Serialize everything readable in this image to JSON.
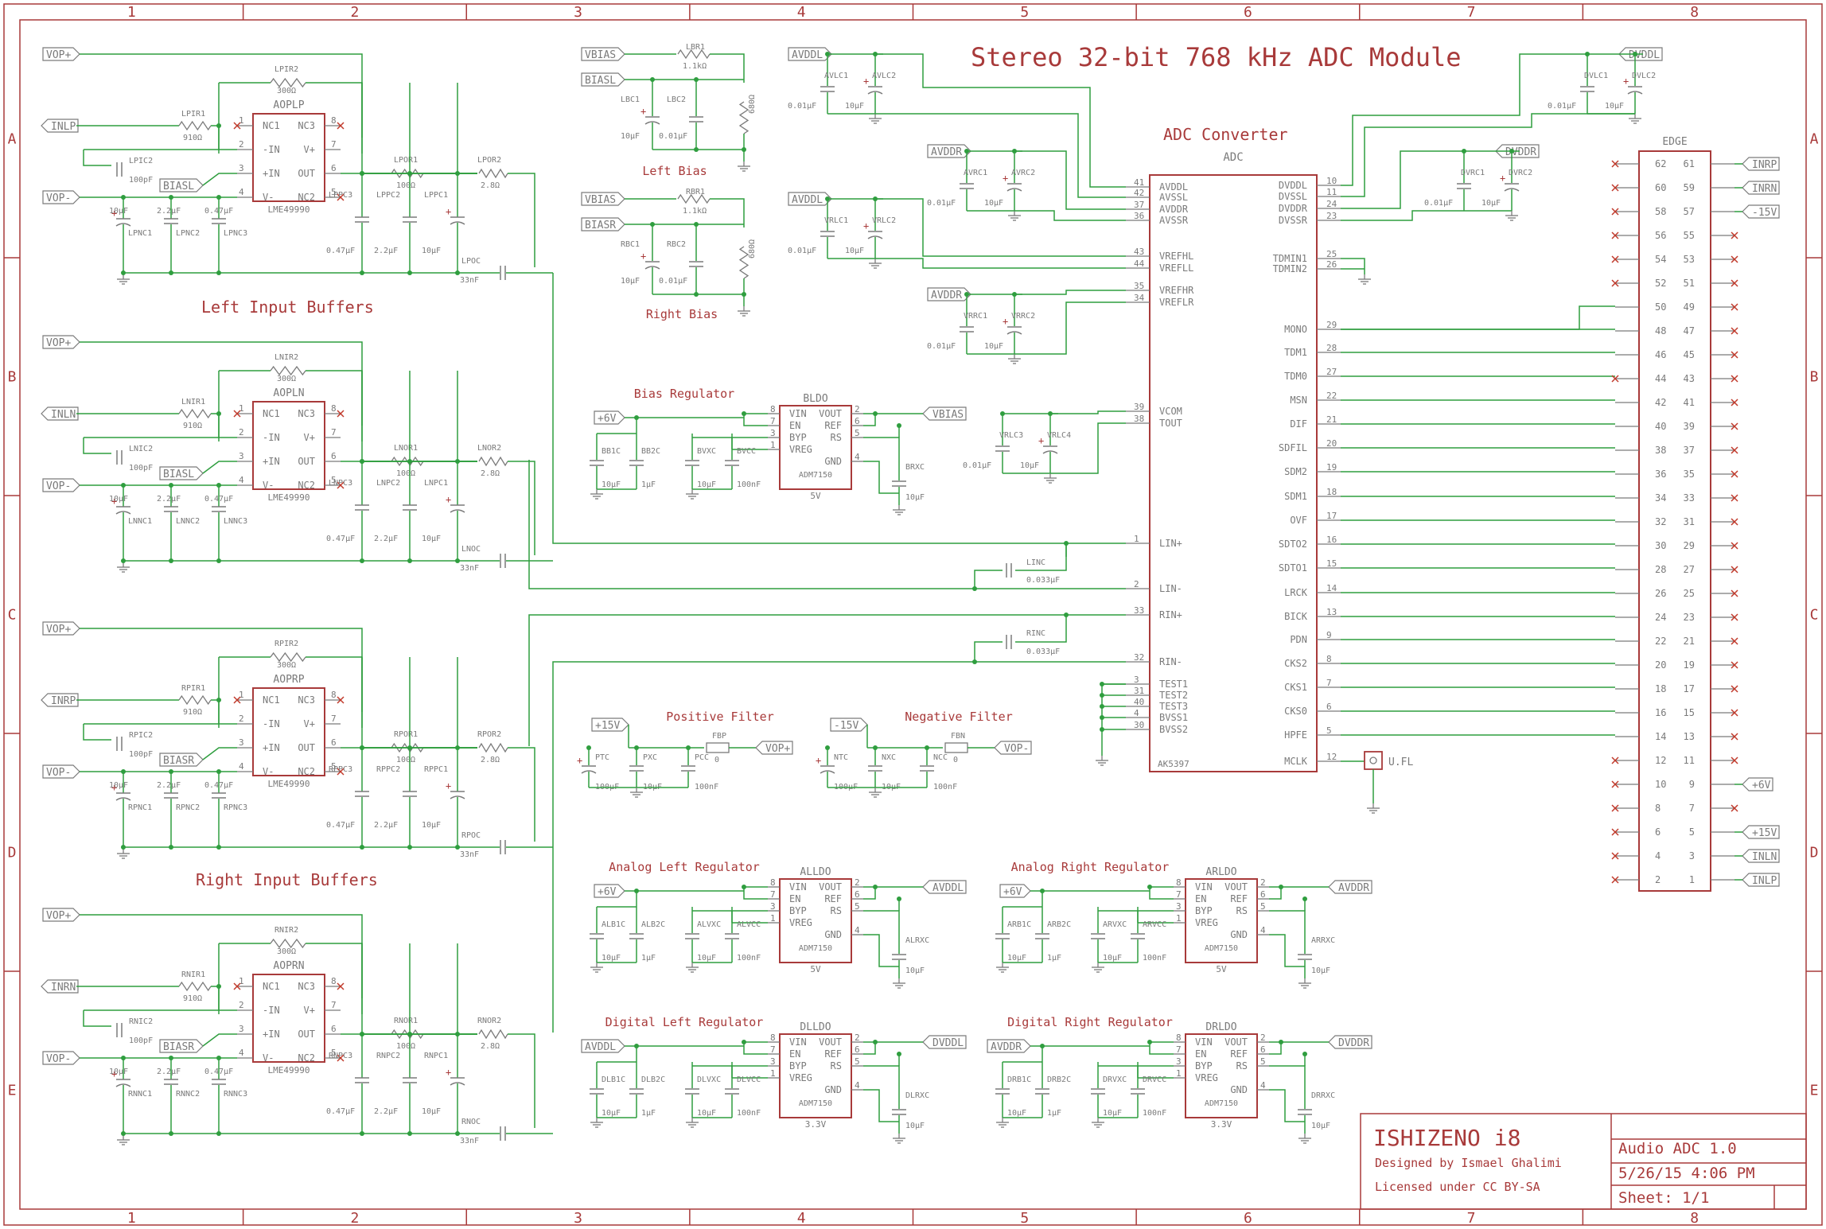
{
  "colors": {
    "frame": "#a83a3a",
    "wire": "#2f9e3f",
    "junction": "#2f9e3f",
    "text_red": "#a83a3a",
    "text_gray": "#7a7a7a",
    "nc_mark": "#c0392b",
    "background": "#ffffff"
  },
  "frame": {
    "columns": [
      "1",
      "2",
      "3",
      "4",
      "5",
      "6",
      "7",
      "8"
    ],
    "rows": [
      "A",
      "B",
      "C",
      "D",
      "E"
    ]
  },
  "title": "Stereo 32-bit 768 kHz ADC Module",
  "section_titles": {
    "left_input_buffers": "Left Input Buffers",
    "right_input_buffers": "Right Input Buffers",
    "left_bias": "Left Bias",
    "right_bias": "Right Bias",
    "adc_converter": "ADC Converter"
  },
  "opamps": [
    {
      "name": "AOPLP",
      "part": "LME49990",
      "input_port": "INLP",
      "bias_port": "BIASL",
      "r_in": "LPIR1",
      "r_in_val": "910Ω",
      "r_fb": "LPIR2",
      "r_fb_val": "300Ω",
      "c_fb": "LPIC2",
      "c_fb_val": "100pF",
      "r_out1": "LPOR1",
      "r_out1_val": "100Ω",
      "r_out2": "LPOR2",
      "r_out2_val": "2.8Ω",
      "c_out": "LPOC",
      "c_out_val": "33nF",
      "caps_neg": [
        {
          "name": "LPNC1",
          "val": "10µF"
        },
        {
          "name": "LPNC2",
          "val": "2.2µF"
        },
        {
          "name": "LPNC3",
          "val": "0.47µF"
        }
      ],
      "caps_pos": [
        {
          "name": "LPPC3",
          "val": "0.47µF"
        },
        {
          "name": "LPPC2",
          "val": "2.2µF"
        },
        {
          "name": "LPPC1",
          "val": "10µF"
        }
      ]
    },
    {
      "name": "AOPLN",
      "part": "LME49990",
      "input_port": "INLN",
      "bias_port": "BIASL",
      "r_in": "LNIR1",
      "r_in_val": "910Ω",
      "r_fb": "LNIR2",
      "r_fb_val": "300Ω",
      "c_fb": "LNIC2",
      "c_fb_val": "100pF",
      "r_out1": "LNOR1",
      "r_out1_val": "100Ω",
      "r_out2": "LNOR2",
      "r_out2_val": "2.8Ω",
      "c_out": "LNOC",
      "c_out_val": "33nF",
      "caps_neg": [
        {
          "name": "LNNC1",
          "val": "10µF"
        },
        {
          "name": "LNNC2",
          "val": "2.2µF"
        },
        {
          "name": "LNNC3",
          "val": "0.47µF"
        }
      ],
      "caps_pos": [
        {
          "name": "LNPC3",
          "val": "0.47µF"
        },
        {
          "name": "LNPC2",
          "val": "2.2µF"
        },
        {
          "name": "LNPC1",
          "val": "10µF"
        }
      ]
    },
    {
      "name": "AOPRP",
      "part": "LME49990",
      "input_port": "INRP",
      "bias_port": "BIASR",
      "r_in": "RPIR1",
      "r_in_val": "910Ω",
      "r_fb": "RPIR2",
      "r_fb_val": "300Ω",
      "c_fb": "RPIC2",
      "c_fb_val": "100pF",
      "r_out1": "RPOR1",
      "r_out1_val": "100Ω",
      "r_out2": "RPOR2",
      "r_out2_val": "2.8Ω",
      "c_out": "RPOC",
      "c_out_val": "33nF",
      "caps_neg": [
        {
          "name": "RPNC1",
          "val": "10µF"
        },
        {
          "name": "RPNC2",
          "val": "2.2µF"
        },
        {
          "name": "RPNC3",
          "val": "0.47µF"
        }
      ],
      "caps_pos": [
        {
          "name": "RPPC3",
          "val": "0.47µF"
        },
        {
          "name": "RPPC2",
          "val": "2.2µF"
        },
        {
          "name": "RPPC1",
          "val": "10µF"
        }
      ]
    },
    {
      "name": "AOPRN",
      "part": "LME49990",
      "input_port": "INRN",
      "bias_port": "BIASR",
      "r_in": "RNIR1",
      "r_in_val": "910Ω",
      "r_fb": "RNIR2",
      "r_fb_val": "300Ω",
      "c_fb": "RNIC2",
      "c_fb_val": "100pF",
      "r_out1": "RNOR1",
      "r_out1_val": "100Ω",
      "r_out2": "RNOR2",
      "r_out2_val": "2.8Ω",
      "c_out": "RNOC",
      "c_out_val": "33nF",
      "caps_neg": [
        {
          "name": "RNNC1",
          "val": "10µF"
        },
        {
          "name": "RNNC2",
          "val": "2.2µF"
        },
        {
          "name": "RNNC3",
          "val": "0.47µF"
        }
      ],
      "caps_pos": [
        {
          "name": "RNPC3",
          "val": "0.47µF"
        },
        {
          "name": "RNPC2",
          "val": "2.2µF"
        },
        {
          "name": "RNPC1",
          "val": "10µF"
        }
      ]
    }
  ],
  "opamp_pins": {
    "left_names": [
      "NC1",
      "-IN",
      "+IN",
      "V-"
    ],
    "left_nums": [
      "1",
      "2",
      "3",
      "4"
    ],
    "right_names": [
      "NC3",
      "V+",
      "OUT",
      "NC2"
    ],
    "right_nums": [
      "8",
      "7",
      "6",
      "5"
    ],
    "vop_plus": "VOP+",
    "vop_minus": "VOP-"
  },
  "bias": [
    {
      "in_port": "VBIAS",
      "out_port": "BIASL",
      "r1": "LBR1",
      "r1_val": "1.1kΩ",
      "r2": "LBR2",
      "r2_val": "680Ω",
      "c1": "LBC1",
      "c1_val": "10µF",
      "c2": "LBC2",
      "c2_val": "0.01µF"
    },
    {
      "in_port": "VBIAS",
      "out_port": "BIASR",
      "r1": "RBR1",
      "r1_val": "1.1kΩ",
      "r2": "RBR2",
      "r2_val": "680Ω",
      "c1": "RBC1",
      "c1_val": "10µF",
      "c2": "RBC2",
      "c2_val": "0.01µF"
    }
  ],
  "regulators": [
    {
      "title": "Bias Regulator",
      "name": "BLDO",
      "part": "ADM7150",
      "voltage": "5V",
      "in_port": "+6V",
      "out_port": "VBIAS",
      "caps": [
        {
          "name": "BB1C",
          "val": "10µF"
        },
        {
          "name": "BB2C",
          "val": "1µF"
        },
        {
          "name": "BVXC",
          "val": "10µF"
        },
        {
          "name": "BVCC",
          "val": "100nF"
        }
      ],
      "out_cap": {
        "name": "BRXC",
        "val": "10µF"
      }
    },
    {
      "title": "Analog Left Regulator",
      "name": "ALLDO",
      "part": "ADM7150",
      "voltage": "5V",
      "in_port": "+6V",
      "out_port": "AVDDL",
      "caps": [
        {
          "name": "ALB1C",
          "val": "10µF"
        },
        {
          "name": "ALB2C",
          "val": "1µF"
        },
        {
          "name": "ALVXC",
          "val": "10µF"
        },
        {
          "name": "ALVCC",
          "val": "100nF"
        }
      ],
      "out_cap": {
        "name": "ALRXC",
        "val": "10µF"
      }
    },
    {
      "title": "Analog Right Regulator",
      "name": "ARLDO",
      "part": "ADM7150",
      "voltage": "5V",
      "in_port": "+6V",
      "out_port": "AVDDR",
      "caps": [
        {
          "name": "ARB1C",
          "val": "10µF"
        },
        {
          "name": "ARB2C",
          "val": "1µF"
        },
        {
          "name": "ARVXC",
          "val": "10µF"
        },
        {
          "name": "ARVCC",
          "val": "100nF"
        }
      ],
      "out_cap": {
        "name": "ARRXC",
        "val": "10µF"
      }
    },
    {
      "title": "Digital Left Regulator",
      "name": "DLLDO",
      "part": "ADM7150",
      "voltage": "3.3V",
      "in_port": "AVDDL",
      "out_port": "DVDDL",
      "caps": [
        {
          "name": "DLB1C",
          "val": "10µF"
        },
        {
          "name": "DLB2C",
          "val": "1µF"
        },
        {
          "name": "DLVXC",
          "val": "10µF"
        },
        {
          "name": "DLVCC",
          "val": "100nF"
        }
      ],
      "out_cap": {
        "name": "DLRXC",
        "val": "10µF"
      }
    },
    {
      "title": "Digital Right Regulator",
      "name": "DRLDO",
      "part": "ADM7150",
      "voltage": "3.3V",
      "in_port": "AVDDR",
      "out_port": "DVDDR",
      "caps": [
        {
          "name": "DRB1C",
          "val": "10µF"
        },
        {
          "name": "DRB2C",
          "val": "1µF"
        },
        {
          "name": "DRVXC",
          "val": "10µF"
        },
        {
          "name": "DRVCC",
          "val": "100nF"
        }
      ],
      "out_cap": {
        "name": "DRRXC",
        "val": "10µF"
      }
    }
  ],
  "reg_pins": {
    "left_names": [
      "VIN",
      "EN",
      "BYP",
      "VREG"
    ],
    "right_names": [
      "VOUT",
      "REF",
      "RS",
      "GND"
    ],
    "left_nums": [
      "8",
      "7",
      "3",
      "1"
    ],
    "right_nums": [
      "2",
      "6",
      "5",
      "4"
    ]
  },
  "filters": [
    {
      "title": "Positive Filter",
      "in_port": "+15V",
      "out_port": "VOP+",
      "bead": "FBP",
      "bead_val": "0",
      "caps": [
        {
          "name": "PTC",
          "val": "100µF"
        },
        {
          "name": "PXC",
          "val": "10µF"
        },
        {
          "name": "PCC",
          "val": "100nF"
        }
      ]
    },
    {
      "title": "Negative Filter",
      "in_port": "-15V",
      "out_port": "VOP-",
      "bead": "FBN",
      "bead_val": "0",
      "caps": [
        {
          "name": "NTC",
          "val": "100µF"
        },
        {
          "name": "NXC",
          "val": "10µF"
        },
        {
          "name": "NCC",
          "val": "100nF"
        }
      ]
    }
  ],
  "adc": {
    "name": "ADC",
    "part": "AK5397",
    "left_pins": [
      {
        "num": "41",
        "name": "AVDDL"
      },
      {
        "num": "42",
        "name": "AVSSL"
      },
      {
        "num": "37",
        "name": "AVDDR"
      },
      {
        "num": "36",
        "name": "AVSSR"
      },
      {
        "num": "43",
        "name": "VREFHL"
      },
      {
        "num": "44",
        "name": "VREFLL"
      },
      {
        "num": "35",
        "name": "VREFHR"
      },
      {
        "num": "34",
        "name": "VREFLR"
      },
      {
        "num": "39",
        "name": "VCOM"
      },
      {
        "num": "38",
        "name": "TOUT"
      },
      {
        "num": "1",
        "name": "LIN+"
      },
      {
        "num": "2",
        "name": "LIN-"
      },
      {
        "num": "33",
        "name": "RIN+"
      },
      {
        "num": "32",
        "name": "RIN-"
      },
      {
        "num": "3",
        "name": "TEST1"
      },
      {
        "num": "31",
        "name": "TEST2"
      },
      {
        "num": "40",
        "name": "TEST3"
      },
      {
        "num": "4",
        "name": "BVSS1"
      },
      {
        "num": "30",
        "name": "BVSS2"
      }
    ],
    "right_pins": [
      {
        "num": "10",
        "name": "DVDDL"
      },
      {
        "num": "11",
        "name": "DVSSL"
      },
      {
        "num": "24",
        "name": "DVDDR"
      },
      {
        "num": "23",
        "name": "DVSSR"
      },
      {
        "num": "25",
        "name": "TDMIN1"
      },
      {
        "num": "26",
        "name": "TDMIN2"
      },
      {
        "num": "29",
        "name": "MONO"
      },
      {
        "num": "28",
        "name": "TDM1"
      },
      {
        "num": "27",
        "name": "TDM0"
      },
      {
        "num": "22",
        "name": "MSN"
      },
      {
        "num": "21",
        "name": "DIF"
      },
      {
        "num": "20",
        "name": "SDFIL"
      },
      {
        "num": "19",
        "name": "SDM2"
      },
      {
        "num": "18",
        "name": "SDM1"
      },
      {
        "num": "17",
        "name": "OVF"
      },
      {
        "num": "16",
        "name": "SDTO2"
      },
      {
        "num": "15",
        "name": "SDTO1"
      },
      {
        "num": "14",
        "name": "LRCK"
      },
      {
        "num": "13",
        "name": "BICK"
      },
      {
        "num": "9",
        "name": "PDN"
      },
      {
        "num": "8",
        "name": "CKS2"
      },
      {
        "num": "7",
        "name": "CKS1"
      },
      {
        "num": "6",
        "name": "CKS0"
      },
      {
        "num": "5",
        "name": "HPFE"
      },
      {
        "num": "12",
        "name": "MCLK"
      }
    ],
    "connector": "U.FL",
    "linc": {
      "name": "LINC",
      "val": "0.033µF"
    },
    "rinc": {
      "name": "RINC",
      "val": "0.033µF"
    }
  },
  "decoupling": [
    {
      "port": "AVDDL",
      "c1": "AVLC1",
      "c1_val": "0.01µF",
      "c2": "AVLC2",
      "c2_val": "10µF"
    },
    {
      "port": "AVDDR",
      "c1": "AVRC1",
      "c1_val": "0.01µF",
      "c2": "AVRC2",
      "c2_val": "10µF"
    },
    {
      "port": "AVDDL",
      "c1": "VRLC1",
      "c1_val": "0.01µF",
      "c2": "VRLC2",
      "c2_val": "10µF"
    },
    {
      "port": "AVDDR",
      "c1": "VRRC1",
      "c1_val": "0.01µF",
      "c2": "VRRC2",
      "c2_val": "10µF"
    },
    {
      "port": "",
      "c1": "VRLC3",
      "c1_val": "0.01µF",
      "c2": "VRLC4",
      "c2_val": "10µF"
    },
    {
      "port": "DVDDL",
      "c1": "DVLC1",
      "c1_val": "0.01µF",
      "c2": "DVLC2",
      "c2_val": "10µF"
    },
    {
      "port": "DVDDR",
      "c1": "DVRC1",
      "c1_val": "0.01µF",
      "c2": "DVRC2",
      "c2_val": "10µF"
    }
  ],
  "edge": {
    "name": "EDGE",
    "rows": [
      [
        "62",
        "61"
      ],
      [
        "60",
        "59"
      ],
      [
        "58",
        "57"
      ],
      [
        "56",
        "55"
      ],
      [
        "54",
        "53"
      ],
      [
        "52",
        "51"
      ],
      [
        "50",
        "49"
      ],
      [
        "48",
        "47"
      ],
      [
        "46",
        "45"
      ],
      [
        "44",
        "43"
      ],
      [
        "42",
        "41"
      ],
      [
        "40",
        "39"
      ],
      [
        "38",
        "37"
      ],
      [
        "36",
        "35"
      ],
      [
        "34",
        "33"
      ],
      [
        "32",
        "31"
      ],
      [
        "30",
        "29"
      ],
      [
        "28",
        "27"
      ],
      [
        "26",
        "25"
      ],
      [
        "24",
        "23"
      ],
      [
        "22",
        "21"
      ],
      [
        "20",
        "19"
      ],
      [
        "18",
        "17"
      ],
      [
        "16",
        "15"
      ],
      [
        "14",
        "13"
      ],
      [
        "12",
        "11"
      ],
      [
        "10",
        "9"
      ],
      [
        "8",
        "7"
      ],
      [
        "6",
        "5"
      ],
      [
        "4",
        "3"
      ],
      [
        "2",
        "1"
      ]
    ],
    "ports": {
      "61": "INRP",
      "59": "INRN",
      "57": "-15V",
      "9": "+6V",
      "5": "+15V",
      "3": "INLN",
      "1": "INLP"
    }
  },
  "title_block": {
    "project": "ISHIZENO i8",
    "designer": "Designed by Ismael Ghalimi",
    "license": "Licensed under CC BY-SA",
    "board": "Audio ADC 1.0",
    "date": "5/26/15 4:06 PM",
    "sheet": "Sheet: 1/1"
  }
}
